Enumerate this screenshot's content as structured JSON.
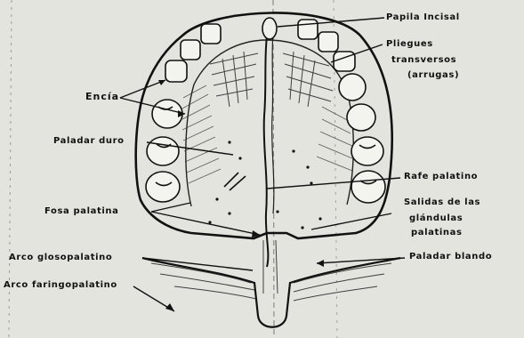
{
  "labels": {
    "papila_incisal": "Papila Incisal",
    "pliegues_line1": "Pliegues",
    "pliegues_line2": "transversos",
    "pliegues_line3": "(arrugas)",
    "encia": "Encía",
    "paladar_duro": "Paladar duro",
    "rafe_palatino": "Rafe palatino",
    "salidas_line1": "Salidas de las",
    "salidas_line2": "glándulas",
    "salidas_line3": "palatinas",
    "fosa_palatina": "Fosa palatina",
    "arco_glosopalatino": "Arco glosopalatino",
    "paladar_blando": "Paladar blando",
    "arco_faringopalatino": "Arco faringopalatino"
  },
  "colors": {
    "background": "#e4e4de",
    "ink": "#111111"
  }
}
